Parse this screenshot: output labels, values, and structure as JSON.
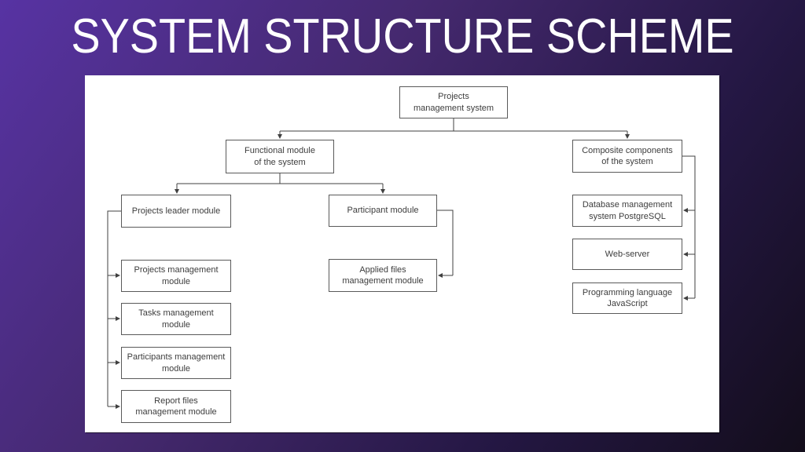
{
  "slide": {
    "title": "SYSTEM STRUCTURE SCHEME"
  },
  "colors": {
    "background_gradient_start": "#5733a3",
    "background_gradient_end": "#130d1b",
    "panel_background": "#ffffff",
    "node_border": "#5a5a5a",
    "node_text": "#3d3d3d",
    "connector": "#404040",
    "title_text": "#ffffff"
  },
  "diagram": {
    "nodes": [
      {
        "id": "projects-management-system",
        "label": "Projects\nmanagement system"
      },
      {
        "id": "functional-module",
        "label": "Functional module\nof the system"
      },
      {
        "id": "composite-components",
        "label": "Composite components\nof the system"
      },
      {
        "id": "projects-leader-module",
        "label": "Projects leader module"
      },
      {
        "id": "participant-module",
        "label": "Participant module"
      },
      {
        "id": "database-management-system",
        "label": "Database management\nsystem PostgreSQL"
      },
      {
        "id": "projects-management-module",
        "label": "Projects management\nmodule"
      },
      {
        "id": "applied-files-module",
        "label": "Applied files\nmanagement module"
      },
      {
        "id": "web-server",
        "label": "Web-server"
      },
      {
        "id": "tasks-management-module",
        "label": "Tasks management\nmodule"
      },
      {
        "id": "programming-language",
        "label": "Programming language\nJavaScript"
      },
      {
        "id": "participants-management-module",
        "label": "Participants management\nmodule"
      },
      {
        "id": "report-files-module",
        "label": "Report files\nmanagement module"
      }
    ],
    "edges": [
      {
        "from": "projects-management-system",
        "to": "functional-module"
      },
      {
        "from": "projects-management-system",
        "to": "composite-components"
      },
      {
        "from": "functional-module",
        "to": "projects-leader-module"
      },
      {
        "from": "functional-module",
        "to": "participant-module"
      },
      {
        "from": "projects-leader-module",
        "to": "projects-management-module"
      },
      {
        "from": "projects-leader-module",
        "to": "tasks-management-module"
      },
      {
        "from": "projects-leader-module",
        "to": "participants-management-module"
      },
      {
        "from": "projects-leader-module",
        "to": "report-files-module"
      },
      {
        "from": "participant-module",
        "to": "applied-files-module"
      },
      {
        "from": "composite-components",
        "to": "database-management-system"
      },
      {
        "from": "composite-components",
        "to": "web-server"
      },
      {
        "from": "composite-components",
        "to": "programming-language"
      }
    ]
  }
}
